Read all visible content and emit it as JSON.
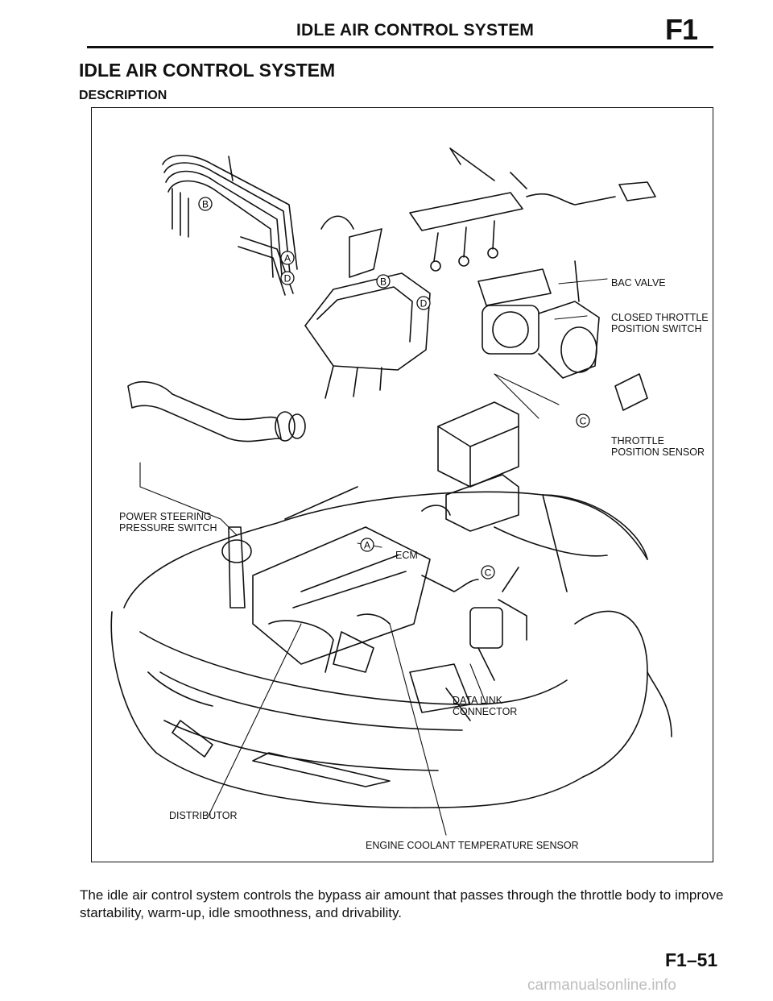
{
  "header": {
    "title": "IDLE AIR CONTROL SYSTEM",
    "section": "F1"
  },
  "page_heading": "IDLE AIR CONTROL SYSTEM",
  "sub_heading": "DESCRIPTION",
  "figure": {
    "labels": {
      "bac_valve": "BAC VALVE",
      "closed_throttle": "CLOSED THROTTLE\nPOSITION SWITCH",
      "throttle_sensor": "THROTTLE\nPOSITION SENSOR",
      "power_steering": "POWER STEERING\nPRESSURE SWITCH",
      "ecm": "ECM",
      "data_link": "DATA LINK\nCONNECTOR",
      "distributor": "DISTRIBUTOR",
      "coolant": "ENGINE COOLANT TEMPERATURE SENSOR"
    },
    "callouts": {
      "a": "A",
      "b": "B",
      "c": "C",
      "d": "D"
    }
  },
  "body_text": "The idle air control system controls the bypass air amount that passes through the throttle body to improve startability, warm-up, idle smoothness, and drivability.",
  "page_number": "F1–51",
  "watermark": "carmanualsonline.info"
}
